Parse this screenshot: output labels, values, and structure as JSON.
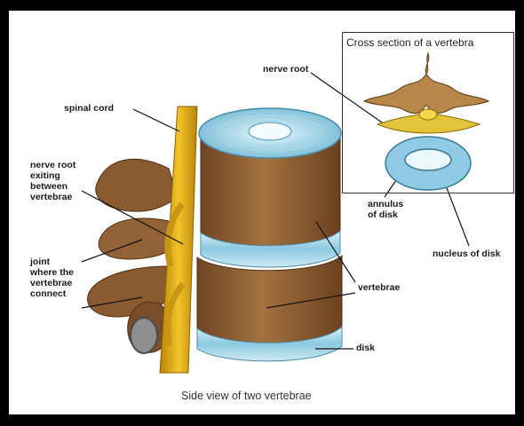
{
  "inset": {
    "title": "Cross section of a vertebra"
  },
  "labels": {
    "nerve_root": "nerve root",
    "spinal_cord": "spinal cord",
    "nerve_root_exiting": "nerve root\nexiting\nbetween\nvertebrae",
    "joint": "joint\nwhere the\nvertebrae\nconnect",
    "vertebrae": "vertebrae",
    "disk": "disk",
    "annulus": "annulus\nof disk",
    "nucleus": "nucleus of disk"
  },
  "caption": "Side view of two vertebrae",
  "colors": {
    "bone": "#9a6a3c",
    "bone_dark": "#5e3a1c",
    "disk": "#8fd0e6",
    "disk_light": "#d7f0f8",
    "nerve": "#e7b31c",
    "background": "#000000",
    "panel": "#ffffff"
  }
}
